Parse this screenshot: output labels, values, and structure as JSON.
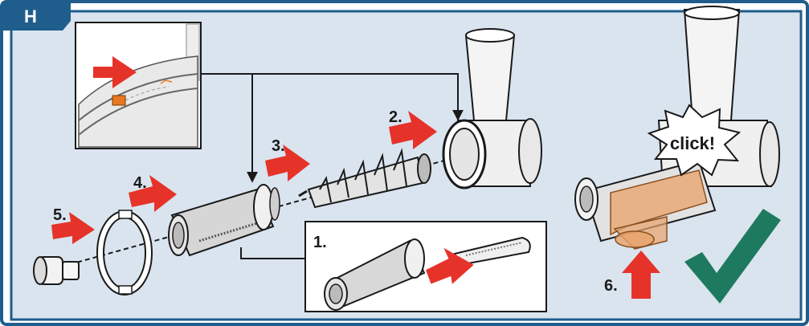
{
  "panel": {
    "letter": "H",
    "frame_color": "#1f5d8c",
    "background_color": "#d9e4ef"
  },
  "steps": {
    "s1": "1.",
    "s2": "2.",
    "s3": "3.",
    "s4": "4.",
    "s5": "5.",
    "s6": "6."
  },
  "callout": {
    "text": "click!"
  },
  "colors": {
    "arrow_red": "#e6332a",
    "check_green": "#1e7a5e",
    "orange_part": "#e8a26a",
    "marker_orange": "#e87722"
  },
  "icons": {
    "confirm": "checkmark-icon",
    "direction": "red-arrow-icon"
  }
}
